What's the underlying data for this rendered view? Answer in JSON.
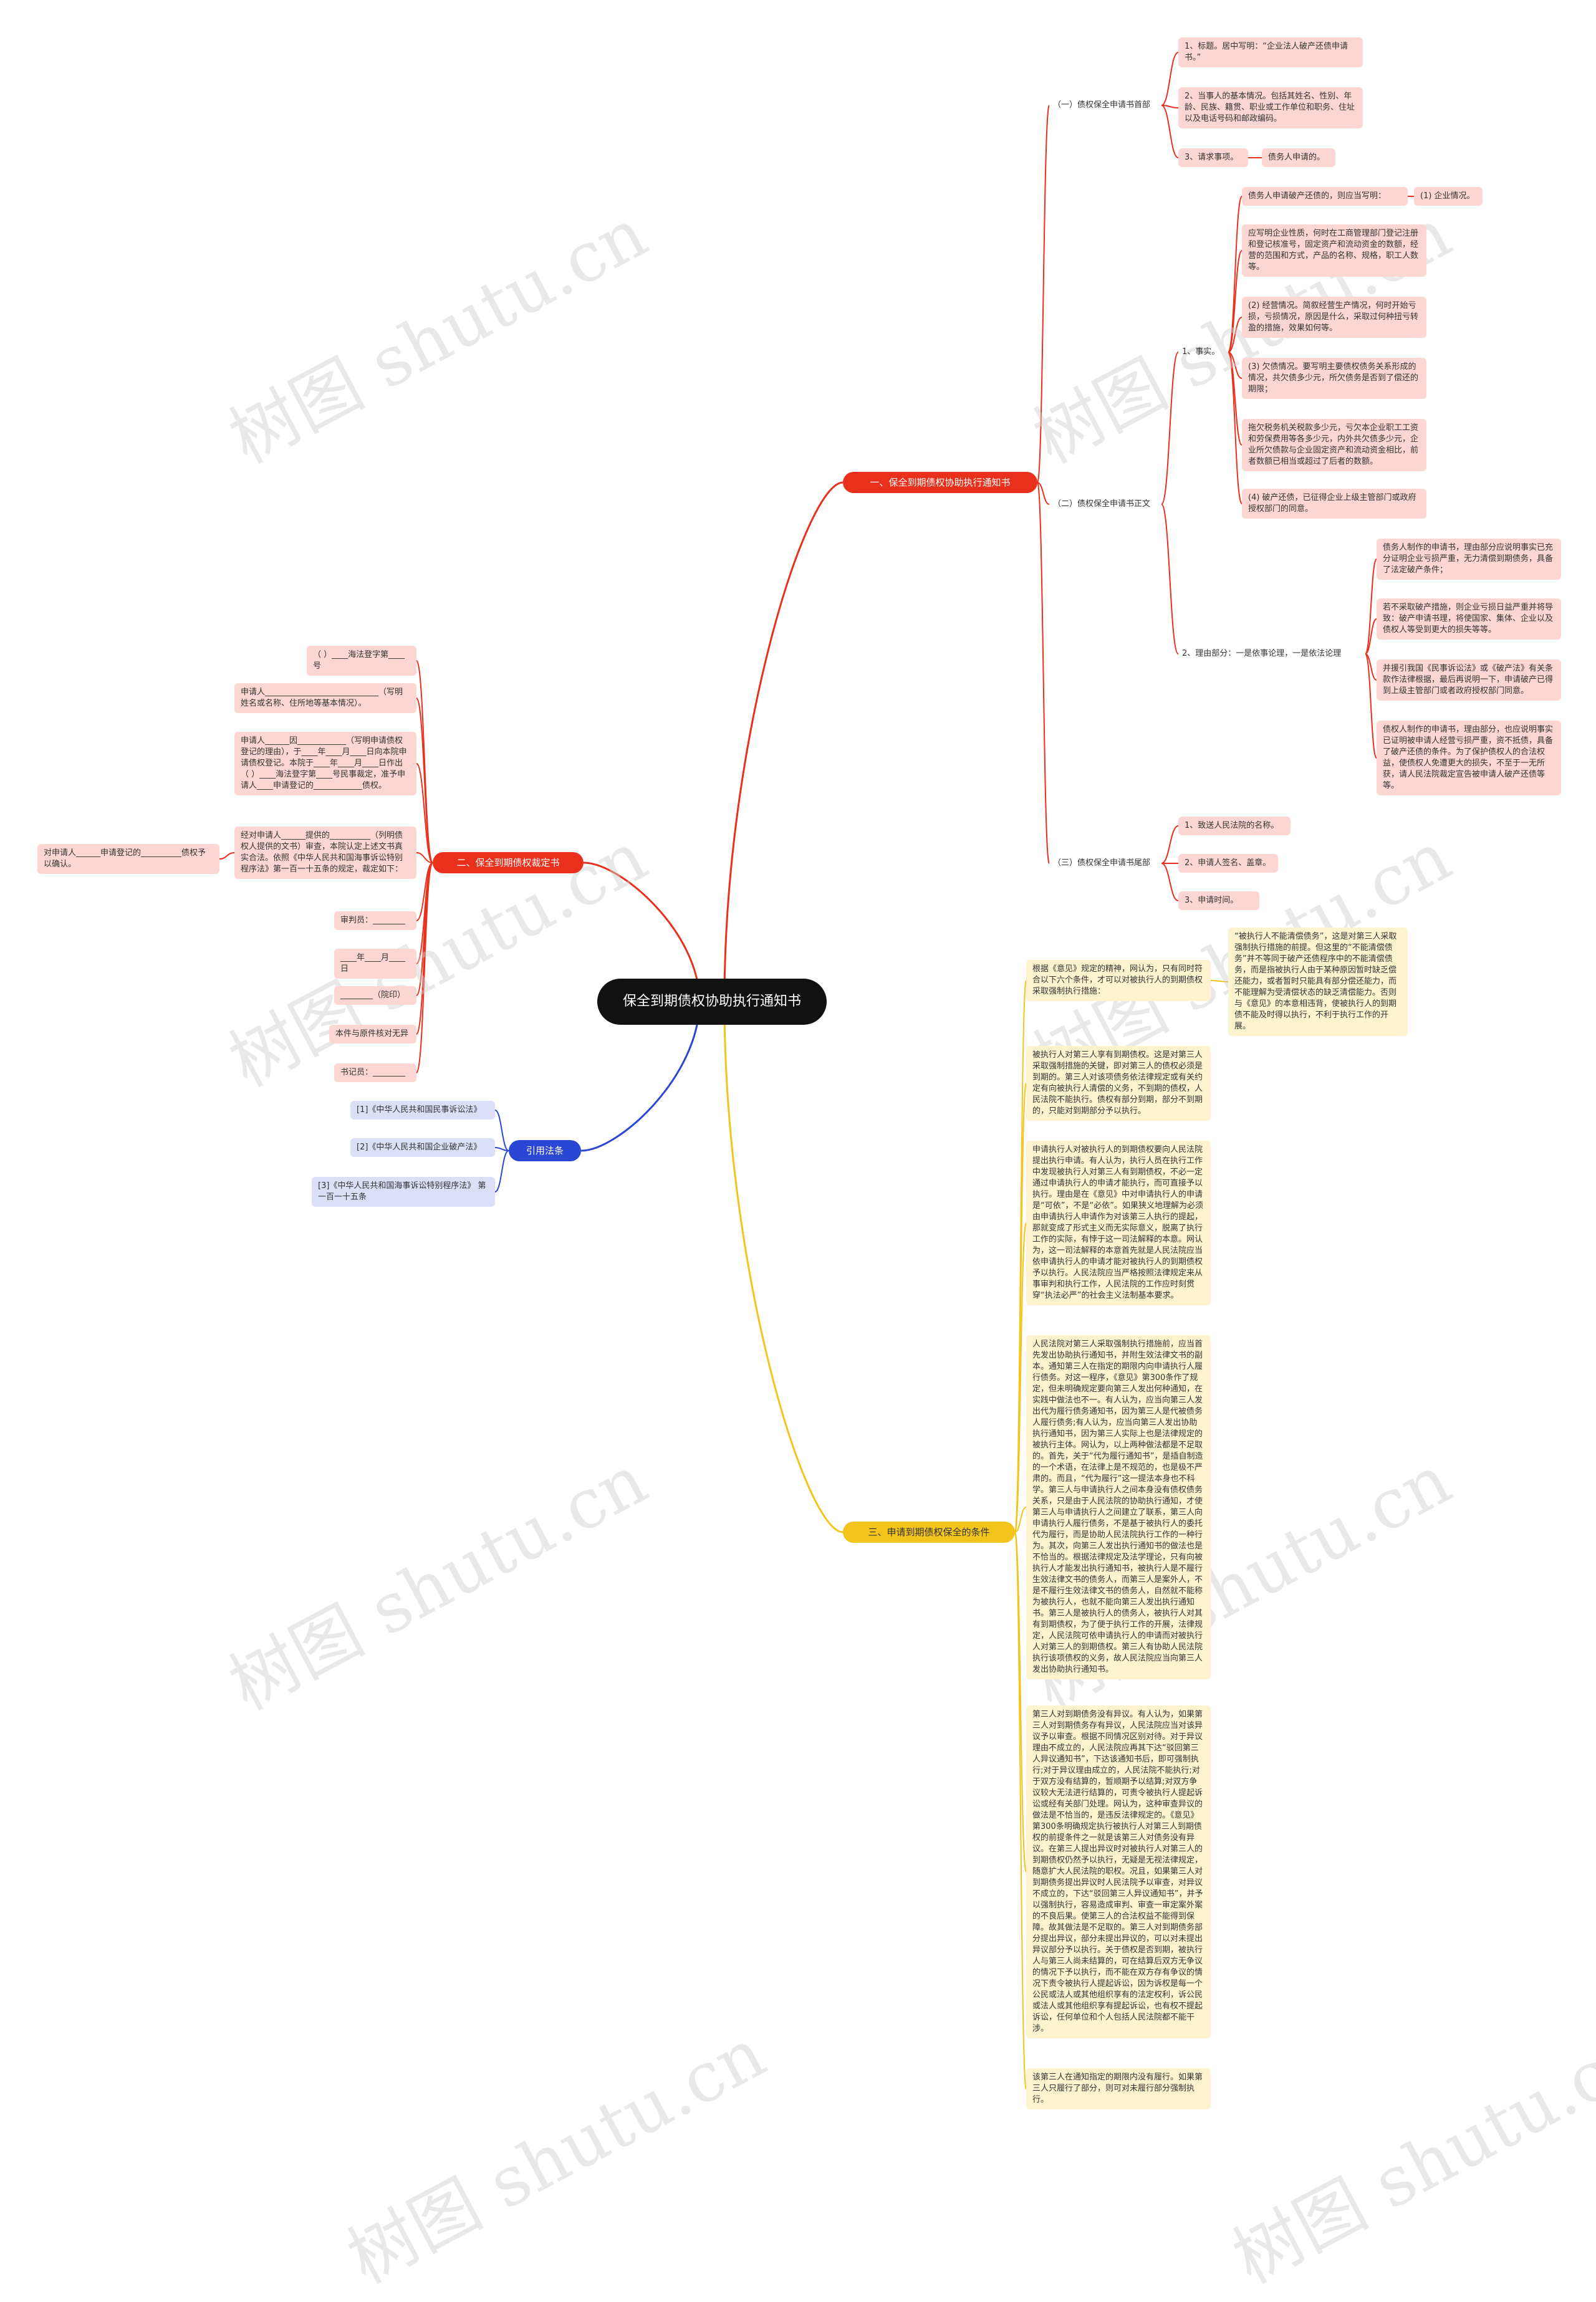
{
  "root": "保全到期债权协助执行通知书",
  "watermark": "树图 shutu.cn",
  "colors": {
    "red": "#e8301c",
    "blue": "#2b45d4",
    "yellow": "#f3c41c",
    "root": "#111111"
  },
  "b1": {
    "title": "一、保全到期债权协助执行通知书",
    "s1": {
      "label": "（一）债权保全申请书首部",
      "items": [
        "1、标题。居中写明：“企业法人破产还债申请书。”",
        "2、当事人的基本情况。包括其姓名、性别、年龄、民族、籍贯、职业或工作单位和职务、住址以及电话号码和邮政编码。",
        "3、请求事项。"
      ],
      "item3_child": "债务人申请的。"
    },
    "s2": {
      "label": "（二）债权保全申请书正文",
      "fact_label": "1、事实。",
      "fact_head": "债务人申请破产还债的，则应当写明：",
      "fact_head_child": "(1) 企业情况。",
      "fact_items": [
        "应写明企业性质，何时在工商管理部门登记注册和登记核准号，固定资产和流动资金的数额，经营的范围和方式，产品的名称、规格，职工人数等。",
        "(2) 经营情况。简叙经营生产情况，何时开始亏损，亏损情况，原因是什么，采取过何种扭亏转盈的措施，效果如何等。",
        "(3) 欠债情况。要写明主要债权债务关系形成的情况，共欠债多少元，所欠债务是否到了偿还的期限；",
        "拖欠税务机关税款多少元，亏欠本企业职工工资和劳保费用等各多少元，内外共欠债多少元，企业所欠债款与企业固定资产和流动资金相比，前者数额已相当或超过了后者的数额。",
        "(4) 破产还债，已征得企业上级主管部门或政府授权部门的同意。"
      ],
      "reason_label": "2、理由部分：一是依事论理，一是依法论理",
      "reason_items": [
        "债务人制作的申请书，理由部分应说明事实已充分证明企业亏损严重，无力清偿到期债务，具备了法定破产条件；",
        "若不采取破产措施，则企业亏损日益严重并将导致：破产申请书理，将使国家、集体、企业以及债权人等受到更大的损失等等。",
        "并援引我国《民事诉讼法》或《破产法》有关条款作法律根据，最后再说明一下，申请破产已得到上级主管部门或者政府授权部门同意。",
        "债权人制作的申请书，理由部分，也应说明事实已证明被申请人经营亏损严重，资不抵债，具备了破产还债的条件。为了保护债权人的合法权益，使债权人免遭更大的损失，不至于一无所获，请人民法院裁定宣告被申请人破产还债等等。"
      ]
    },
    "s3": {
      "label": "（三）债权保全申请书尾部",
      "items": [
        "1、致送人民法院的名称。",
        "2、申请人签名、盖章。",
        "3、申请时间。"
      ]
    }
  },
  "b2": {
    "title": "二、保全到期债权裁定书",
    "items": [
      "（ ）____海法登字第____号",
      "申请人____________________________（写明姓名或名称、住所地等基本情况）。",
      "申请人______因____________（写明申请债权登记的理由），于____年____月____日向本院申请债权登记。本院于____年____月____日作出（ ）____海法登字第____号民事裁定，准予申请人____申请登记的____________债权。",
      "经对申请人______提供的__________（列明债权人提供的文书）审查，本院认定上述文书真实合法。依照《中华人民共和国海事诉讼特别程序法》第一百一十五条的规定，裁定如下：",
      "审判员：________",
      "____年____月____日",
      "________（院印）",
      "本件与原件核对无异",
      "书记员：________"
    ],
    "left_item": "对申请人______申请登记的__________债权予以确认。"
  },
  "b3": {
    "title": "引用法条",
    "items": [
      "[1]《中华人民共和国民事诉讼法》",
      "[2]《中华人民共和国企业破产法》",
      "[3]《中华人民共和国海事诉讼特别程序法》 第一百一十五条"
    ]
  },
  "b4": {
    "title": "三、申请到期债权保全的条件",
    "items": [
      "根据《意见》规定的精神，网认为，只有同时符合以下六个条件，才可以对被执行人的到期债权采取强制执行措施：",
      "被执行人对第三人享有到期债权。这是对第三人采取强制措施的关键，即对第三人的债权必须是到期的。第三人对该项债务依法律规定或有关约定有向被执行人清偿的义务，不到期的债权，人民法院不能执行。债权有部分到期，部分不到期的，只能对到期部分予以执行。",
      "申请执行人对被执行人的到期债权要向人民法院提出执行申请。有人认为，执行人员在执行工作中发现被执行人对第三人有到期债权，不必一定通过申请执行人的申请才能执行，而可直接予以执行。理由是在《意见》中对申请执行人的申请是“可依”，不是“必依”。如果狭义地理解为必须由申请执行人申请作为对该第三人执行的提起，那就变成了形式主义而无实际意义，脱离了执行工作的实际，有悖于这一司法解释的本意。网认为，这一司法解释的本意首先就是人民法院应当依申请执行人的申请才能对被执行人的到期债权予以执行。人民法院应当严格按照法律规定来从事审判和执行工作，人民法院的工作应时刻贯穿“执法必严”的社会主义法制基本要求。",
      "人民法院对第三人采取强制执行措施前，应当首先发出协助执行通知书，并附生效法律文书的副本。通知第三人在指定的期限内向申请执行人履行债务。对这一程序，《意见》第300条作了规定，但未明确规定要向第三人发出何种通知，在实践中做法也不一。有人认为，应当向第三人发出代为履行债务通知书，因为第三人是代被债务人履行债务;有人认为，应当向第三人发出协助执行通知书，因为第三人实际上也是法律规定的被执行主体。网认为，以上两种做法都是不足取的。首先，关于“代为履行通知书”，是插自制造的一个术语，在法律上是不规范的，也是极不严肃的。而且，“代为履行”这一提法本身也不科学。第三人与申请执行人之间本身没有债权债务关系，只是由于人民法院的协助执行通知，才使第三人与申请执行人之间建立了联系，第三人向申请执行人履行债务，不是基于被执行人的委托代为履行，而是协助人民法院执行工作的一种行为。其次，向第三人发出执行通知书的做法也是不恰当的。根据法律规定及法学理论，只有向被执行人才能发出执行通知书，被执行人是不履行生效法律文书的债务人，而第三人是案外人，不是不履行生效法律文书的债务人，自然就不能称为被执行人，也就不能向第三人发出执行通知书。第三人是被执行人的债务人，被执行人对其有到期债权，为了便于执行工作的开展，法律规定，人民法院可依申请执行人的申请而对被执行人对第三人的到期债权。第三人有协助人民法院执行该项债权的义务，故人民法院应当向第三人发出协助执行通知书。",
      "第三人对到期债务没有异议。有人认为，如果第三人对到期债务存有异议，人民法院应当对该异议予以审查。根据不同情况区别对待。对于异议理由不成立的，人民法院应再其下达“驳回第三人异议通知书”，下达该通知书后，即可强制执行;对于异议理由成立的，人民法院不能执行;对于双方没有结算的，暂顺期予以结算;对双方争议较大无法进行结算的，可责令被执行人提起诉讼或经有关部门处理。网认为，这种审查异议的做法是不恰当的，是违反法律规定的。《意见》第300条明确规定执行被执行人对第三人到期债权的前提条件之一就是该第三人对债务没有异议。在第三人提出异议时对被执行人对第三人的到期债权仍然予以执行，无疑是无视法律规定，随意扩大人民法院的职权。况且，如果第三人对到期债务提出异议时人民法院予以审查，对异议不成立的，下达“驳回第三人异议通知书”，并予以强制执行，容易造成审判、审查一审定案外案的不良后果。使第三人的合法权益不能得到保障。故其做法是不足取的。第三人对到期债务部分提出异议，部分未提出异议的，可以对未提出异议部分予以执行。关于债权是否到期，被执行人与第三人尚未结算的，可在结算后双方无争议的情况下予以执行，而不能在双方存有争议的情况下责令被执行人提起诉讼，因为诉权是每一个公民或法人或其他组织享有的法定权利，诉公民或法人或其他组织享有提起诉讼，也有权不提起诉讼，任何单位和个人包括人民法院都不能干涉。",
      "该第三人在通知指定的期限内没有履行。如果第三人只履行了部分，则可对未履行部分强制执行。"
    ],
    "first_child": "“被执行人不能清偿债务”，这是对第三人采取强制执行措施的前提。但这里的“不能清偿债务”并不等同于破产还债程序中的不能清偿债务，而是指被执行人由于某种原因暂时缺乏偿还能力，或者暂时只能具有部分偿还能力，而不能理解为受清偿状态的缺乏清偿能力。否则与《意见》的本意相违背，使被执行人的到期债不能及时得以执行，不利于执行工作的开展。"
  }
}
